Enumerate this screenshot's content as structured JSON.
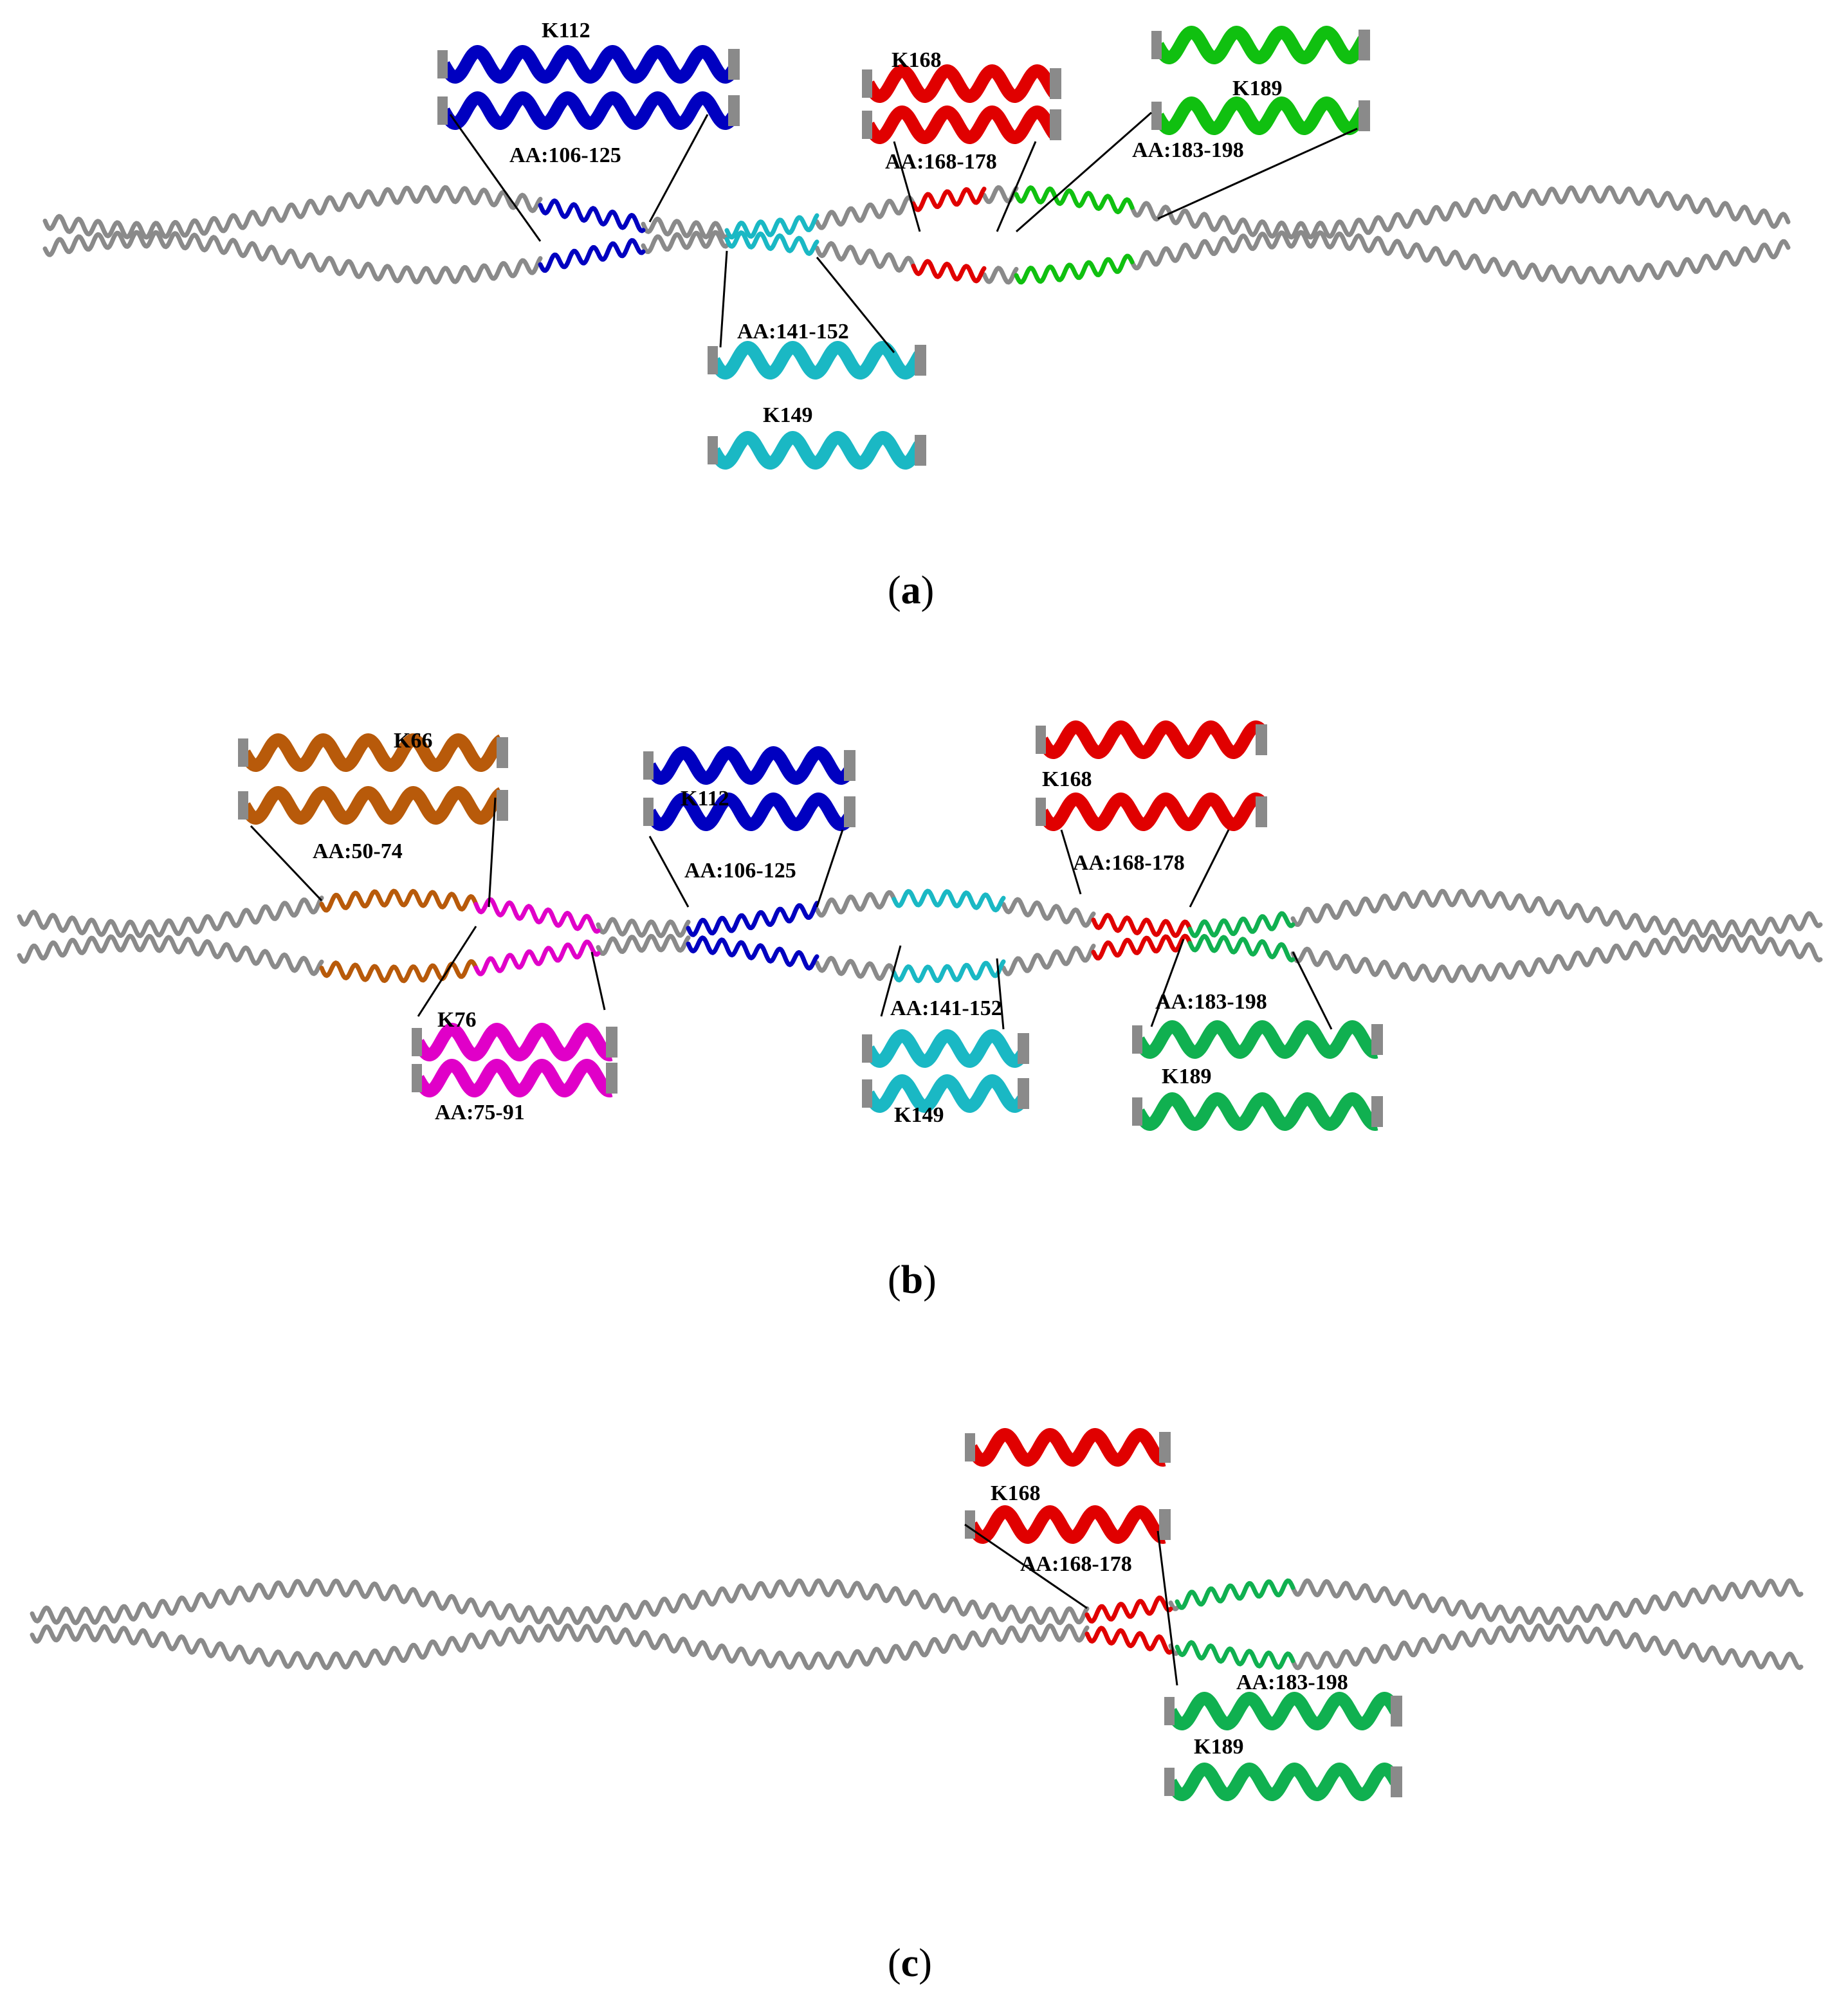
{
  "colors": {
    "backbone": "#8a8a8a",
    "blue": "#0000c0",
    "cyan": "#1ab8c4",
    "red": "#e00000",
    "green_a": "#10c010",
    "green_bc": "#10b050",
    "brown": "#b85a0a",
    "magenta": "#e000c8",
    "connector": "#000000"
  },
  "panels": [
    {
      "id": "a",
      "caption": {
        "open": "(",
        "letter": "a",
        "close": ")"
      },
      "regions": [
        {
          "id": "blue",
          "range": "AA:106-125",
          "site": "K112",
          "color": "blue"
        },
        {
          "id": "cyan",
          "range": "AA:141-152",
          "site": "K149",
          "color": "cyan"
        },
        {
          "id": "red",
          "range": "AA:168-178",
          "site": "K168",
          "color": "red"
        },
        {
          "id": "green",
          "range": "AA:183-198",
          "site": "K189",
          "color": "green_a"
        }
      ]
    },
    {
      "id": "b",
      "caption": {
        "open": "(",
        "letter": "b",
        "close": ")"
      },
      "regions": [
        {
          "id": "brown",
          "range": "AA:50-74",
          "site": "K66",
          "color": "brown"
        },
        {
          "id": "magenta",
          "range": "AA:75-91",
          "site": "K76",
          "color": "magenta"
        },
        {
          "id": "blue",
          "range": "AA:106-125",
          "site": "K112",
          "color": "blue"
        },
        {
          "id": "cyan",
          "range": "AA:141-152",
          "site": "K149",
          "color": "cyan"
        },
        {
          "id": "red",
          "range": "AA:168-178",
          "site": "K168",
          "color": "red"
        },
        {
          "id": "green",
          "range": "AA:183-198",
          "site": "K189",
          "color": "green_bc"
        }
      ]
    },
    {
      "id": "c",
      "caption": {
        "open": "(",
        "letter": "c",
        "close": ")"
      },
      "regions": [
        {
          "id": "red",
          "range": "AA:168-178",
          "site": "K168",
          "color": "red"
        },
        {
          "id": "green",
          "range": "AA:183-198",
          "site": "K189",
          "color": "green_bc"
        }
      ]
    }
  ]
}
